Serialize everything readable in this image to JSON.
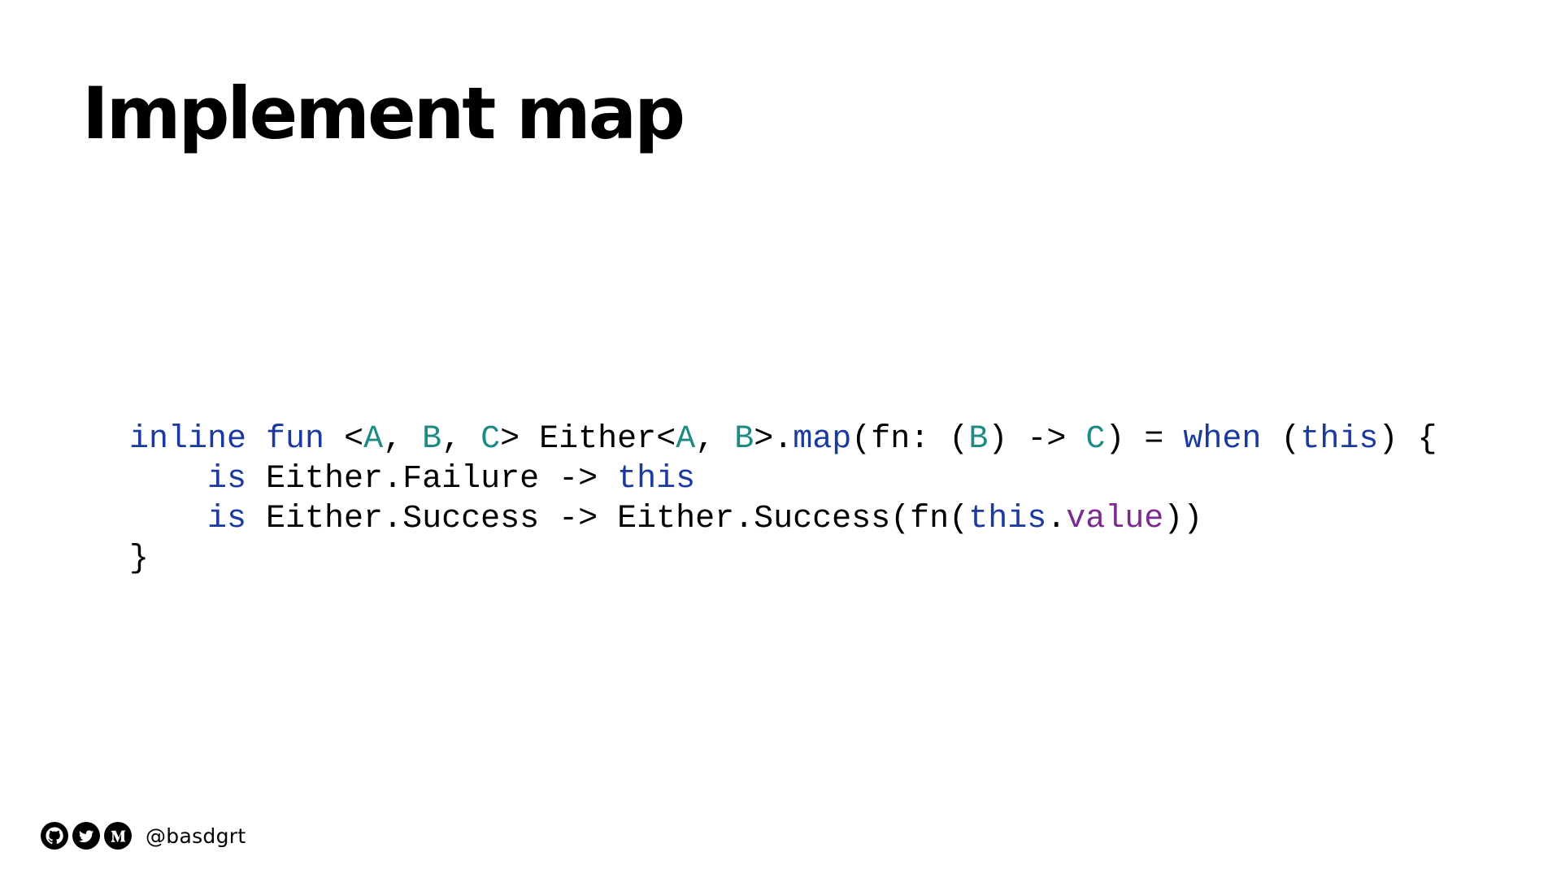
{
  "slide": {
    "title": "Implement map"
  },
  "code": {
    "lines": [
      [
        {
          "t": "inline",
          "c": "kw"
        },
        {
          "t": " ",
          "c": "plain"
        },
        {
          "t": "fun",
          "c": "kw"
        },
        {
          "t": " <",
          "c": "plain"
        },
        {
          "t": "A",
          "c": "type"
        },
        {
          "t": ", ",
          "c": "plain"
        },
        {
          "t": "B",
          "c": "type"
        },
        {
          "t": ", ",
          "c": "plain"
        },
        {
          "t": "C",
          "c": "type"
        },
        {
          "t": "> Either<",
          "c": "plain"
        },
        {
          "t": "A",
          "c": "type"
        },
        {
          "t": ", ",
          "c": "plain"
        },
        {
          "t": "B",
          "c": "type"
        },
        {
          "t": ">.",
          "c": "plain"
        },
        {
          "t": "map",
          "c": "fn"
        },
        {
          "t": "(fn: (",
          "c": "plain"
        },
        {
          "t": "B",
          "c": "type"
        },
        {
          "t": ") -> ",
          "c": "plain"
        },
        {
          "t": "C",
          "c": "type"
        },
        {
          "t": ") = ",
          "c": "plain"
        },
        {
          "t": "when",
          "c": "kw"
        },
        {
          "t": " (",
          "c": "plain"
        },
        {
          "t": "this",
          "c": "kw"
        },
        {
          "t": ") {",
          "c": "plain"
        }
      ],
      [
        {
          "t": "    ",
          "c": "plain"
        },
        {
          "t": "is",
          "c": "kw"
        },
        {
          "t": " Either.Failure -> ",
          "c": "plain"
        },
        {
          "t": "this",
          "c": "kw"
        }
      ],
      [
        {
          "t": "    ",
          "c": "plain"
        },
        {
          "t": "is",
          "c": "kw"
        },
        {
          "t": " Either.Success -> Either.Success(fn(",
          "c": "plain"
        },
        {
          "t": "this",
          "c": "kw"
        },
        {
          "t": ".",
          "c": "plain"
        },
        {
          "t": "value",
          "c": "prop"
        },
        {
          "t": "))",
          "c": "plain"
        }
      ],
      [
        {
          "t": "}",
          "c": "plain"
        }
      ]
    ],
    "colors": {
      "kw": "#1a3a9e",
      "type": "#1e8a86",
      "fn": "#1a3a9e",
      "prop": "#7b2a8e",
      "plain": "#000000"
    }
  },
  "footer": {
    "icons": [
      "github-icon",
      "twitter-icon",
      "medium-icon"
    ],
    "handle": "@basdgrt"
  }
}
